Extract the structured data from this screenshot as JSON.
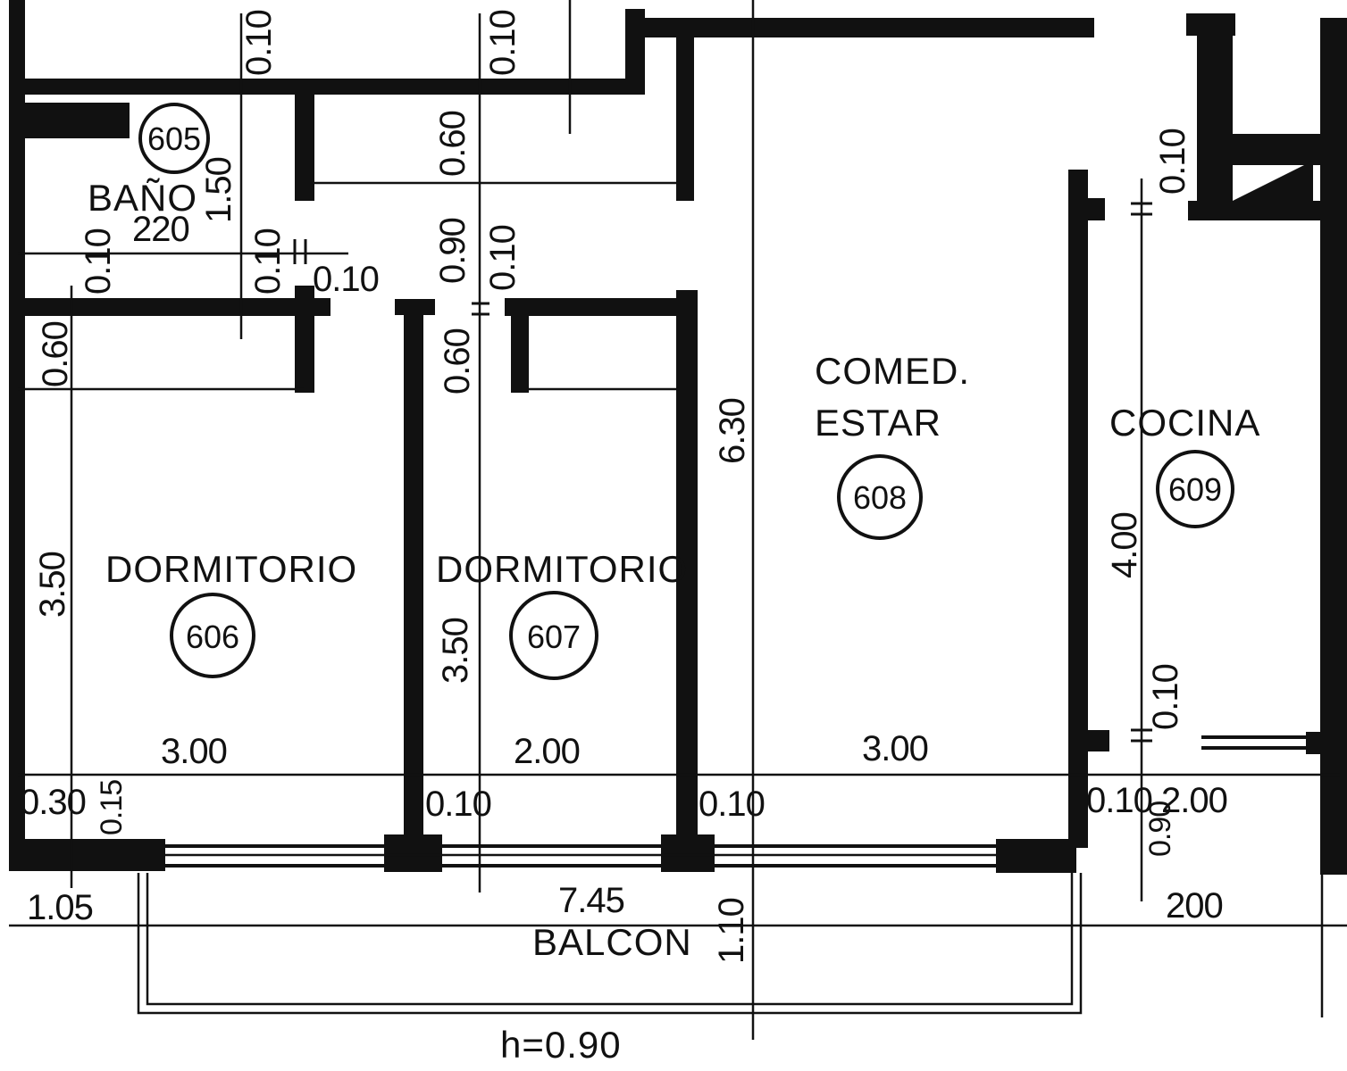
{
  "rooms": {
    "bano": {
      "name": "BAÑO",
      "number": "605"
    },
    "dorm1": {
      "name": "DORMITORIO",
      "number": "606"
    },
    "dorm2": {
      "name": "DORMITORIO",
      "number": "607"
    },
    "comedor": {
      "name_line1": "COMED.",
      "name_line2": "ESTAR",
      "number": "608"
    },
    "cocina": {
      "name": "COCINA",
      "number": "609"
    },
    "balcon": {
      "name": "BALCON",
      "railing_height": "h=0.90"
    }
  },
  "dimensions": {
    "top_010_a": "0.10",
    "top_010_b": "0.10",
    "bano_150": "1.50",
    "bano_220": "220",
    "bano_010_a": "0.10",
    "bano_010_b": "0.10",
    "bano_010_c": "0.10",
    "closet_060_top": "0.60",
    "closet_090": "0.90",
    "closet_010": "0.10",
    "closet_060_left": "0.60",
    "closet_060_mid": "0.60",
    "dorm1_height": "3.50",
    "dorm2_height": "3.50",
    "comedor_height": "6.30",
    "cocina_height": "4.00",
    "cocina_010_top": "0.10",
    "cocina_010_bottom": "0.10",
    "dorm1_width": "3.00",
    "dorm2_width": "2.00",
    "comedor_width": "3.00",
    "left_030": "0.30",
    "left_015": "0.15",
    "wall_010_a": "0.10",
    "wall_010_b": "0.10",
    "wall_010_c": "0.10",
    "cocina_200": "2.00",
    "cocina_090": "0.90",
    "balcon_105": "1.05",
    "balcon_745": "7.45",
    "balcon_110": "1.10",
    "balcon_200": "200"
  }
}
